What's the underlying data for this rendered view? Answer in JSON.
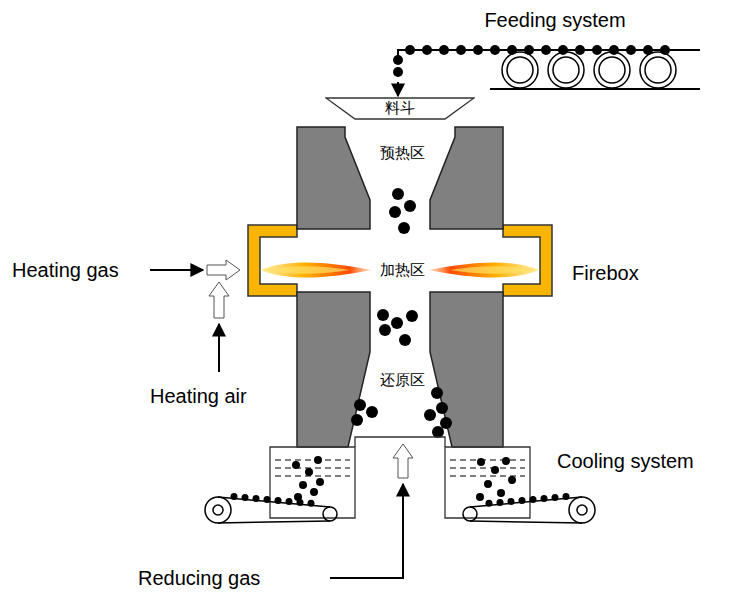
{
  "diagram": {
    "nodes": [
      {
        "text": [
          "料斗"
        ]
      }
    ],
    "labels": [
      "Feeding system",
      "预热区",
      "加热区",
      "Heating gas",
      "Firebox",
      "Heating air",
      "还原区",
      "Cooling system",
      "Reducing gas"
    ]
  }
}
